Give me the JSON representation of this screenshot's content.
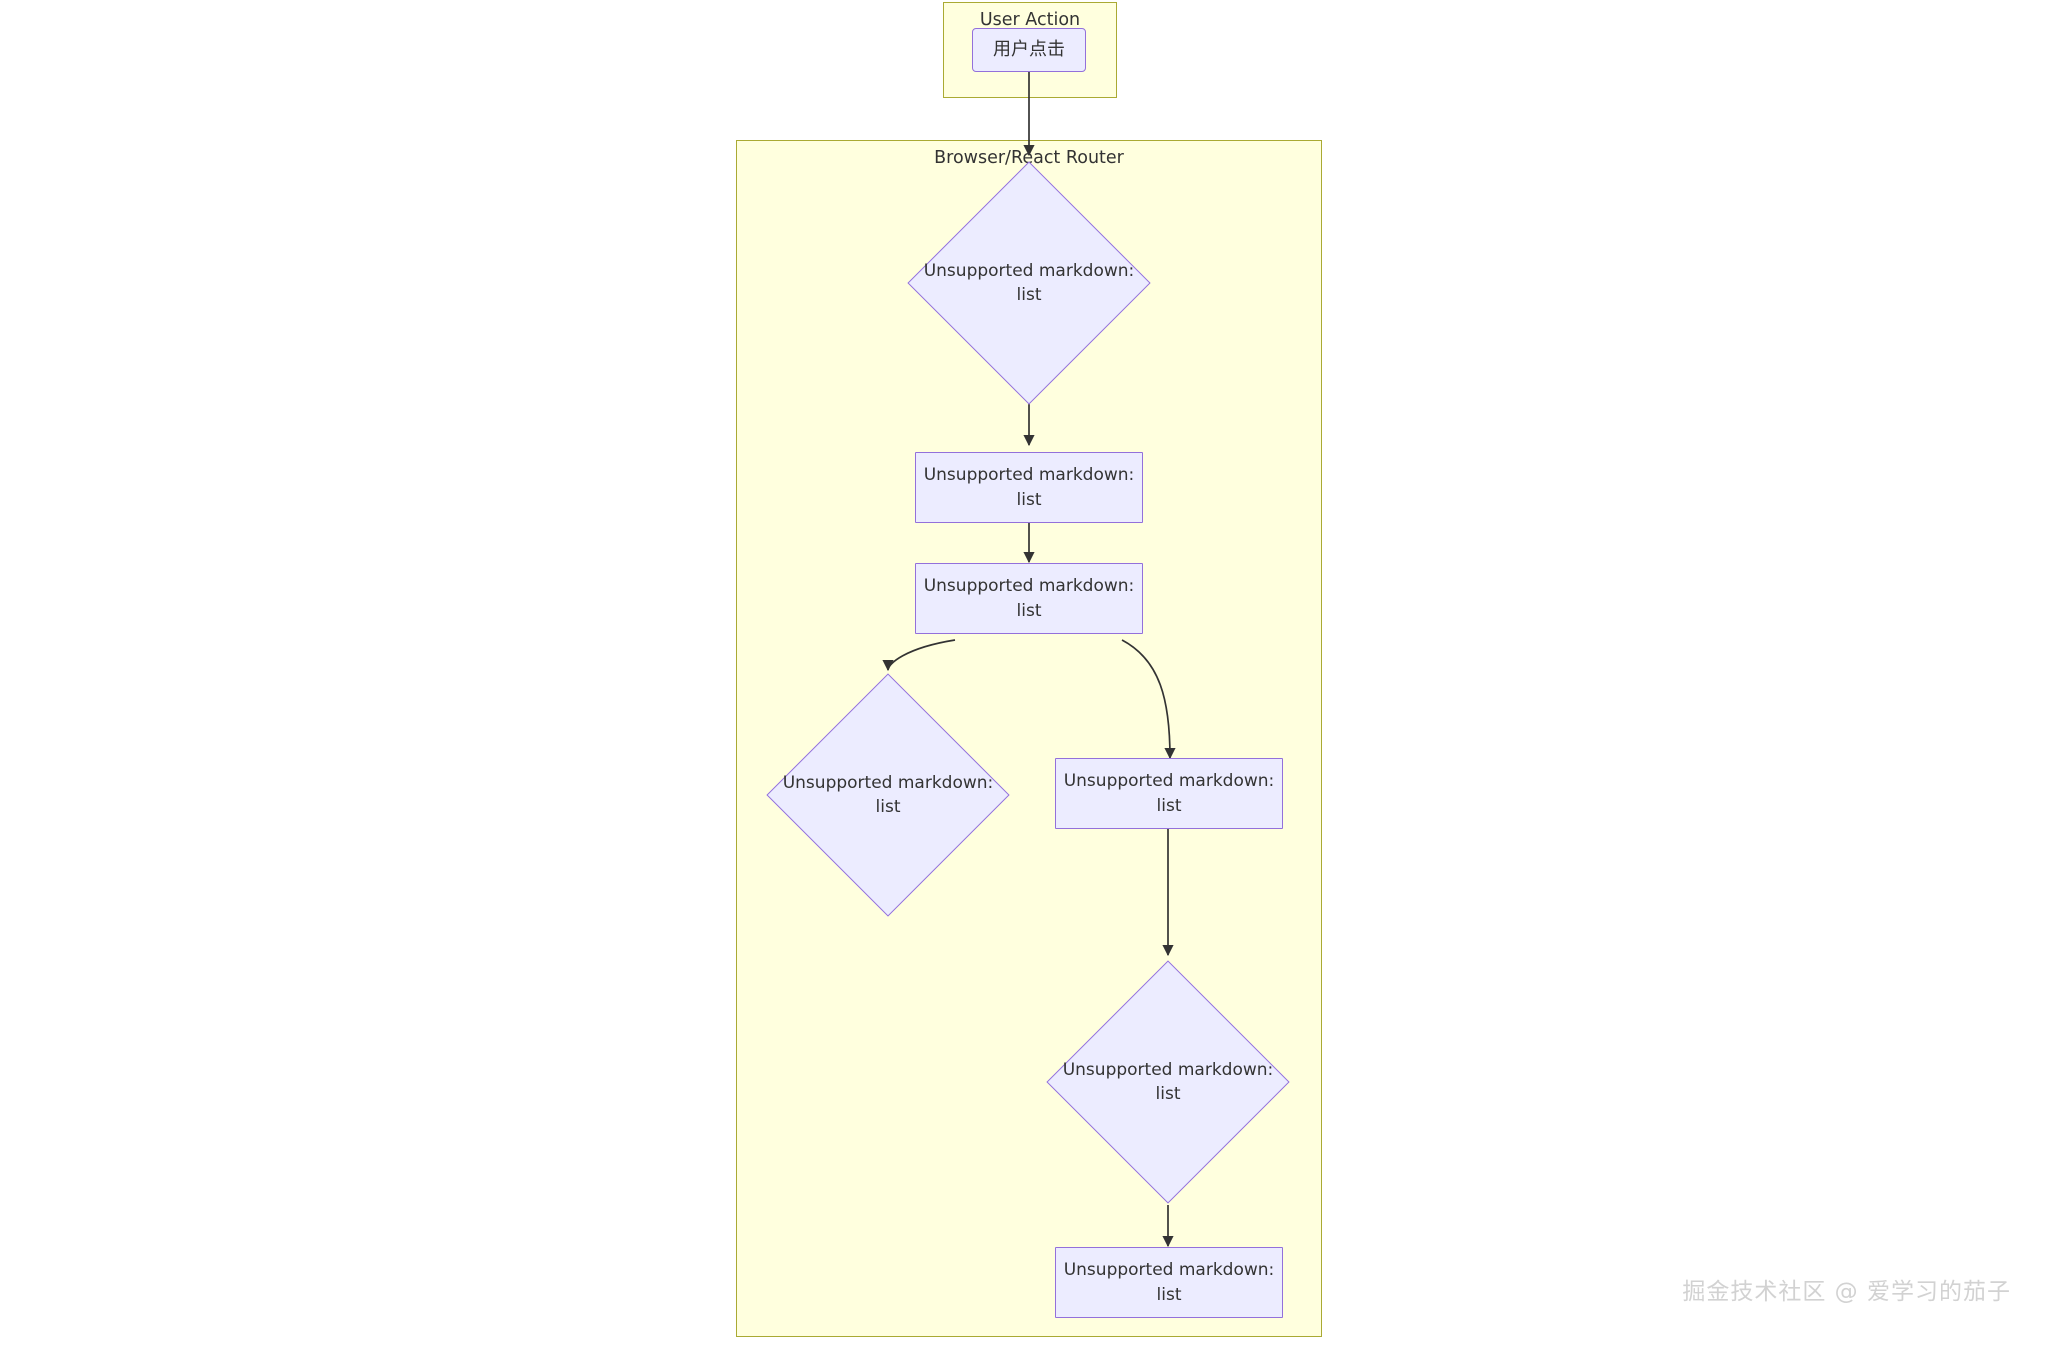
{
  "diagram": {
    "type": "flowchart",
    "direction": "TD",
    "background": "#ffffff",
    "node_fill": "#ECECFF",
    "node_stroke": "#9370DB",
    "cluster_fill": "#ffffde",
    "cluster_stroke": "#aaaa33",
    "edge_stroke": "#333333",
    "text_color": "#333333"
  },
  "clusters": [
    {
      "id": "user-action",
      "label": "User Action"
    },
    {
      "id": "browser",
      "label": "Browser/React Router"
    }
  ],
  "nodes": [
    {
      "id": "n1",
      "shape": "rounded-rect",
      "label": "用户点击",
      "cluster": "user-action"
    },
    {
      "id": "n2",
      "shape": "diamond",
      "label": "Unsupported markdown:\nlist",
      "cluster": "browser"
    },
    {
      "id": "n3",
      "shape": "rect",
      "label": "Unsupported markdown:\nlist",
      "cluster": "browser"
    },
    {
      "id": "n4",
      "shape": "rect",
      "label": "Unsupported markdown:\nlist",
      "cluster": "browser"
    },
    {
      "id": "n5",
      "shape": "diamond",
      "label": "Unsupported markdown:\nlist",
      "cluster": "browser"
    },
    {
      "id": "n6",
      "shape": "rect",
      "label": "Unsupported markdown:\nlist",
      "cluster": "browser"
    },
    {
      "id": "n7",
      "shape": "diamond",
      "label": "Unsupported markdown:\nlist",
      "cluster": "browser"
    },
    {
      "id": "n8",
      "shape": "rect",
      "label": "Unsupported markdown:\nlist",
      "cluster": "browser"
    }
  ],
  "edges": [
    {
      "from": "n1",
      "to": "n2",
      "label": ""
    },
    {
      "from": "n2",
      "to": "n3",
      "label": ""
    },
    {
      "from": "n3",
      "to": "n4",
      "label": ""
    },
    {
      "from": "n4",
      "to": "n5",
      "label": ""
    },
    {
      "from": "n4",
      "to": "n6",
      "label": ""
    },
    {
      "from": "n6",
      "to": "n7",
      "label": ""
    },
    {
      "from": "n7",
      "to": "n8",
      "label": ""
    }
  ],
  "watermark": {
    "text": "掘金技术社区 @ 爱学习的茄子"
  }
}
